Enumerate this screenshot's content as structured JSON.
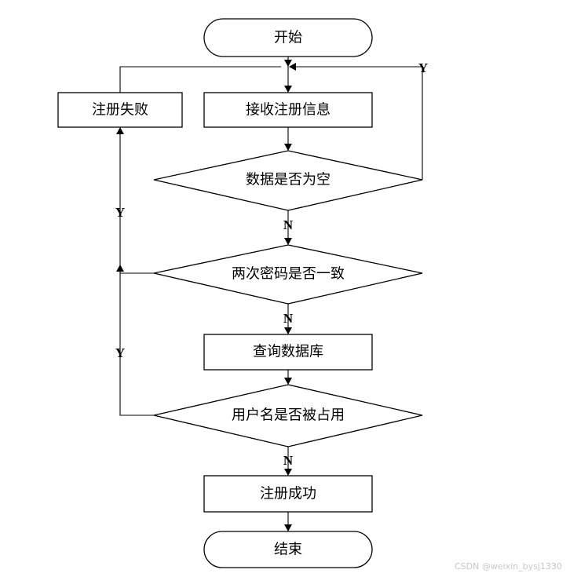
{
  "nodes": {
    "start": "开始",
    "receive": "接收注册信息",
    "is_empty": "数据是否为空",
    "pwd_match": "两次密码是否一致",
    "query_db": "查询数据库",
    "name_taken": "用户名是否被占用",
    "success": "注册成功",
    "fail": "注册失败",
    "end": "结束"
  },
  "edge_labels": {
    "yes": "Y",
    "no": "N"
  },
  "watermark": "CSDN @weixin_bysj1330"
}
